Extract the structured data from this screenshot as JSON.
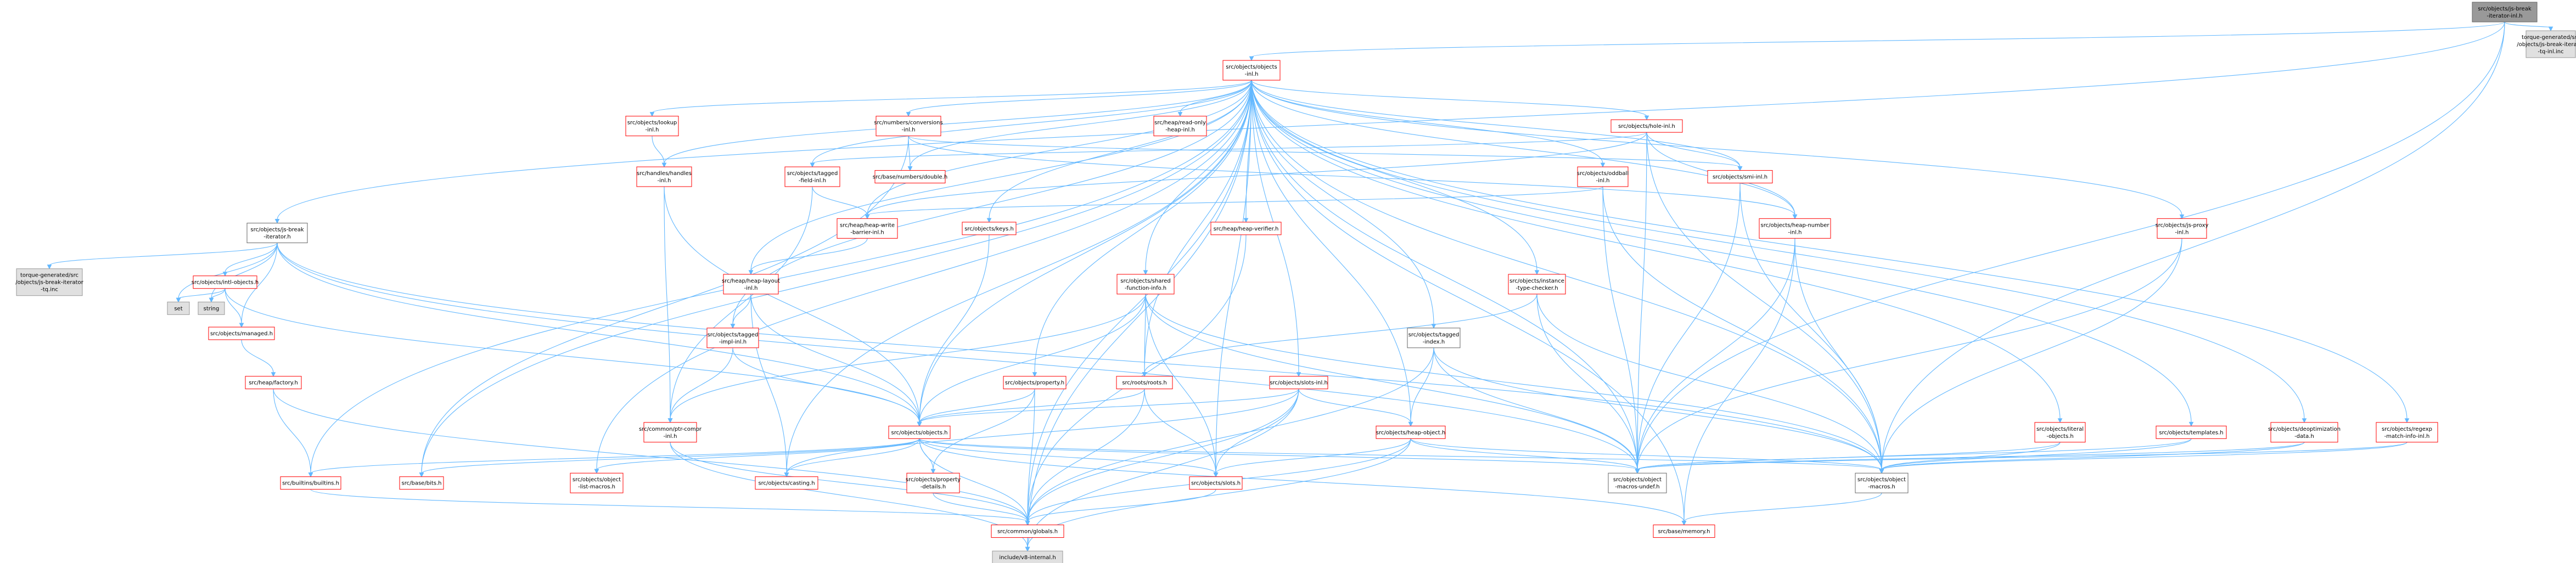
{
  "colors": {
    "edge": "#63b8ff",
    "node_border": "#ff0000",
    "root_fill": "#999999",
    "root_border": "#666666",
    "plain_border": "#666666",
    "ext_fill": "#e0e0e0",
    "ext_border": "#999999"
  },
  "nodes": [
    {
      "id": "root",
      "style": "root",
      "lines": [
        "src/objects/js-break",
        "-iterator-inl.h"
      ]
    },
    {
      "id": "tq_inc",
      "style": "ext",
      "lines": [
        "torque-generated/src",
        "/objects/js-break-iterator",
        "-tq-inl.inc"
      ]
    },
    {
      "id": "obj_inl",
      "style": "red",
      "lines": [
        "src/objects/objects",
        "-inl.h"
      ]
    },
    {
      "id": "jsbi",
      "style": "plain",
      "lines": [
        "src/objects/js-break",
        "-iterator.h"
      ]
    },
    {
      "id": "tq_h",
      "style": "ext",
      "lines": [
        "torque-generated/src",
        "/objects/js-break-iterator",
        "-tq.inc"
      ]
    },
    {
      "id": "intl",
      "style": "red",
      "lines": [
        "src/objects/intl-objects.h"
      ]
    },
    {
      "id": "set",
      "style": "ext",
      "lines": [
        "set"
      ]
    },
    {
      "id": "string",
      "style": "ext",
      "lines": [
        "string"
      ]
    },
    {
      "id": "managed",
      "style": "red",
      "lines": [
        "src/objects/managed.h"
      ]
    },
    {
      "id": "factory",
      "style": "red",
      "lines": [
        "src/heap/factory.h"
      ]
    },
    {
      "id": "lookup",
      "style": "red",
      "lines": [
        "src/objects/lookup",
        "-inl.h"
      ]
    },
    {
      "id": "handles",
      "style": "red",
      "lines": [
        "src/handles/handles",
        "-inl.h"
      ]
    },
    {
      "id": "numconv",
      "style": "red",
      "lines": [
        "src/numbers/conversions",
        "-inl.h"
      ]
    },
    {
      "id": "double",
      "style": "red",
      "lines": [
        "src/base/numbers/double.h"
      ]
    },
    {
      "id": "tagged_field",
      "style": "red",
      "lines": [
        "src/objects/tagged",
        "-field-inl.h"
      ]
    },
    {
      "id": "readonly",
      "style": "red",
      "lines": [
        "src/heap/read-only",
        "-heap-inl.h"
      ]
    },
    {
      "id": "hole",
      "style": "red",
      "lines": [
        "src/objects/hole-inl.h"
      ]
    },
    {
      "id": "oddball",
      "style": "red",
      "lines": [
        "src/objects/oddball",
        "-inl.h"
      ]
    },
    {
      "id": "smi",
      "style": "red",
      "lines": [
        "src/objects/smi-inl.h"
      ]
    },
    {
      "id": "heapnum",
      "style": "red",
      "lines": [
        "src/objects/heap-number",
        "-inl.h"
      ]
    },
    {
      "id": "wb",
      "style": "red",
      "lines": [
        "src/heap/heap-write",
        "-barrier-inl.h"
      ]
    },
    {
      "id": "keys",
      "style": "red",
      "lines": [
        "src/objects/keys.h"
      ]
    },
    {
      "id": "verifier",
      "style": "red",
      "lines": [
        "src/heap/heap-verifier.h"
      ]
    },
    {
      "id": "jsproxy",
      "style": "red",
      "lines": [
        "src/objects/js-proxy",
        "-inl.h"
      ]
    },
    {
      "id": "layout",
      "style": "red",
      "lines": [
        "src/heap/heap-layout",
        "-inl.h"
      ]
    },
    {
      "id": "sfi",
      "style": "red",
      "lines": [
        "src/objects/shared",
        "-function-info.h"
      ]
    },
    {
      "id": "itc",
      "style": "red",
      "lines": [
        "src/objects/instance",
        "-type-checker.h"
      ]
    },
    {
      "id": "tagged_impl",
      "style": "red",
      "lines": [
        "src/objects/tagged",
        "-impl-inl.h"
      ]
    },
    {
      "id": "property",
      "style": "red",
      "lines": [
        "src/objects/property.h"
      ]
    },
    {
      "id": "roots",
      "style": "red",
      "lines": [
        "src/roots/roots.h"
      ]
    },
    {
      "id": "slots_inl",
      "style": "red",
      "lines": [
        "src/objects/slots-inl.h"
      ]
    },
    {
      "id": "tagged_index",
      "style": "plain",
      "lines": [
        "src/objects/tagged",
        "-index.h"
      ]
    },
    {
      "id": "ptr_compr",
      "style": "red",
      "lines": [
        "src/common/ptr-compr",
        "-inl.h"
      ]
    },
    {
      "id": "objects_h",
      "style": "red",
      "lines": [
        "src/objects/objects.h"
      ]
    },
    {
      "id": "heap_obj",
      "style": "red",
      "lines": [
        "src/objects/heap-object.h"
      ]
    },
    {
      "id": "literal",
      "style": "red",
      "lines": [
        "src/objects/literal",
        "-objects.h"
      ]
    },
    {
      "id": "templates",
      "style": "red",
      "lines": [
        "src/objects/templates.h"
      ]
    },
    {
      "id": "deopt",
      "style": "red",
      "lines": [
        "src/objects/deoptimization",
        "-data.h"
      ]
    },
    {
      "id": "regexp",
      "style": "red",
      "lines": [
        "src/objects/regexp",
        "-match-info-inl.h"
      ]
    },
    {
      "id": "builtins",
      "style": "red",
      "lines": [
        "src/builtins/builtins.h"
      ]
    },
    {
      "id": "bits",
      "style": "red",
      "lines": [
        "src/base/bits.h"
      ]
    },
    {
      "id": "objlist",
      "style": "red",
      "lines": [
        "src/objects/object",
        "-list-macros.h"
      ]
    },
    {
      "id": "casting",
      "style": "red",
      "lines": [
        "src/objects/casting.h"
      ]
    },
    {
      "id": "propdet",
      "style": "red",
      "lines": [
        "src/objects/property",
        "-details.h"
      ]
    },
    {
      "id": "slots_h",
      "style": "red",
      "lines": [
        "src/objects/slots.h"
      ]
    },
    {
      "id": "undef",
      "style": "plain",
      "lines": [
        "src/objects/object",
        "-macros-undef.h"
      ]
    },
    {
      "id": "macros",
      "style": "plain",
      "lines": [
        "src/objects/object",
        "-macros.h"
      ]
    },
    {
      "id": "globals",
      "style": "red",
      "lines": [
        "src/common/globals.h"
      ]
    },
    {
      "id": "memory",
      "style": "red",
      "lines": [
        "src/base/memory.h"
      ]
    },
    {
      "id": "v8int",
      "style": "ext",
      "lines": [
        "include/v8-internal.h"
      ]
    }
  ],
  "edges": [
    [
      "root",
      "tq_inc"
    ],
    [
      "root",
      "obj_inl"
    ],
    [
      "root",
      "jsbi"
    ],
    [
      "root",
      "undef"
    ],
    [
      "root",
      "macros"
    ],
    [
      "jsbi",
      "tq_h"
    ],
    [
      "jsbi",
      "intl"
    ],
    [
      "jsbi",
      "set"
    ],
    [
      "jsbi",
      "string"
    ],
    [
      "jsbi",
      "managed"
    ],
    [
      "jsbi",
      "objects_h"
    ],
    [
      "jsbi",
      "undef"
    ],
    [
      "jsbi",
      "macros"
    ],
    [
      "intl",
      "managed"
    ],
    [
      "intl",
      "objects_h"
    ],
    [
      "intl",
      "set"
    ],
    [
      "intl",
      "string"
    ],
    [
      "managed",
      "factory"
    ],
    [
      "factory",
      "builtins"
    ],
    [
      "factory",
      "globals"
    ],
    [
      "obj_inl",
      "lookup"
    ],
    [
      "obj_inl",
      "handles"
    ],
    [
      "obj_inl",
      "numconv"
    ],
    [
      "obj_inl",
      "double"
    ],
    [
      "obj_inl",
      "tagged_field"
    ],
    [
      "obj_inl",
      "readonly"
    ],
    [
      "obj_inl",
      "hole"
    ],
    [
      "obj_inl",
      "oddball"
    ],
    [
      "obj_inl",
      "smi"
    ],
    [
      "obj_inl",
      "heapnum"
    ],
    [
      "obj_inl",
      "wb"
    ],
    [
      "obj_inl",
      "keys"
    ],
    [
      "obj_inl",
      "verifier"
    ],
    [
      "obj_inl",
      "jsproxy"
    ],
    [
      "obj_inl",
      "layout"
    ],
    [
      "obj_inl",
      "sfi"
    ],
    [
      "obj_inl",
      "itc"
    ],
    [
      "obj_inl",
      "tagged_impl"
    ],
    [
      "obj_inl",
      "property"
    ],
    [
      "obj_inl",
      "roots"
    ],
    [
      "obj_inl",
      "slots_inl"
    ],
    [
      "obj_inl",
      "tagged_index"
    ],
    [
      "obj_inl",
      "objects_h"
    ],
    [
      "obj_inl",
      "heap_obj"
    ],
    [
      "obj_inl",
      "literal"
    ],
    [
      "obj_inl",
      "templates"
    ],
    [
      "obj_inl",
      "deopt"
    ],
    [
      "obj_inl",
      "regexp"
    ],
    [
      "obj_inl",
      "builtins"
    ],
    [
      "obj_inl",
      "bits"
    ],
    [
      "obj_inl",
      "objlist"
    ],
    [
      "obj_inl",
      "casting"
    ],
    [
      "obj_inl",
      "slots_h"
    ],
    [
      "obj_inl",
      "undef"
    ],
    [
      "obj_inl",
      "macros"
    ],
    [
      "obj_inl",
      "globals"
    ],
    [
      "obj_inl",
      "memory"
    ],
    [
      "obj_inl",
      "v8int"
    ],
    [
      "lookup",
      "handles"
    ],
    [
      "handles",
      "ptr_compr"
    ],
    [
      "handles",
      "objects_h"
    ],
    [
      "numconv",
      "double"
    ],
    [
      "numconv",
      "bits"
    ],
    [
      "numconv",
      "smi"
    ],
    [
      "numconv",
      "heapnum"
    ],
    [
      "tagged_field",
      "wb"
    ],
    [
      "tagged_field",
      "ptr_compr"
    ],
    [
      "hole",
      "heapnum"
    ],
    [
      "hole",
      "smi"
    ],
    [
      "hole",
      "tagged_field"
    ],
    [
      "hole",
      "wb"
    ],
    [
      "hole",
      "undef"
    ],
    [
      "hole",
      "macros"
    ],
    [
      "oddball",
      "wb"
    ],
    [
      "oddball",
      "undef"
    ],
    [
      "oddball",
      "macros"
    ],
    [
      "smi",
      "undef"
    ],
    [
      "smi",
      "macros"
    ],
    [
      "heapnum",
      "undef"
    ],
    [
      "heapnum",
      "macros"
    ],
    [
      "heapnum",
      "memory"
    ],
    [
      "wb",
      "layout"
    ],
    [
      "layout",
      "tagged_impl"
    ],
    [
      "layout",
      "objects_h"
    ],
    [
      "layout",
      "casting"
    ],
    [
      "keys",
      "objects_h"
    ],
    [
      "verifier",
      "globals"
    ],
    [
      "jsproxy",
      "undef"
    ],
    [
      "jsproxy",
      "macros"
    ],
    [
      "sfi",
      "roots"
    ],
    [
      "sfi",
      "objects_h"
    ],
    [
      "sfi",
      "ptr_compr"
    ],
    [
      "sfi",
      "undef"
    ],
    [
      "sfi",
      "macros"
    ],
    [
      "sfi",
      "slots_h"
    ],
    [
      "itc",
      "roots"
    ],
    [
      "itc",
      "undef"
    ],
    [
      "itc",
      "macros"
    ],
    [
      "tagged_impl",
      "ptr_compr"
    ],
    [
      "tagged_impl",
      "objects_h"
    ],
    [
      "property",
      "objects_h"
    ],
    [
      "property",
      "propdet"
    ],
    [
      "property",
      "globals"
    ],
    [
      "roots",
      "objects_h"
    ],
    [
      "roots",
      "slots_h"
    ],
    [
      "roots",
      "globals"
    ],
    [
      "slots_inl",
      "heap_obj"
    ],
    [
      "slots_inl",
      "objects_h"
    ],
    [
      "slots_inl",
      "slots_h"
    ],
    [
      "slots_inl",
      "casting"
    ],
    [
      "slots_inl",
      "globals"
    ],
    [
      "slots_inl",
      "v8int"
    ],
    [
      "tagged_index",
      "heap_obj"
    ],
    [
      "tagged_index",
      "undef"
    ],
    [
      "tagged_index",
      "macros"
    ],
    [
      "tagged_index",
      "globals"
    ],
    [
      "ptr_compr",
      "v8int"
    ],
    [
      "ptr_compr",
      "globals"
    ],
    [
      "objects_h",
      "builtins"
    ],
    [
      "objects_h",
      "bits"
    ],
    [
      "objects_h",
      "objlist"
    ],
    [
      "objects_h",
      "casting"
    ],
    [
      "objects_h",
      "propdet"
    ],
    [
      "objects_h",
      "slots_h"
    ],
    [
      "objects_h",
      "undef"
    ],
    [
      "objects_h",
      "macros"
    ],
    [
      "objects_h",
      "memory"
    ],
    [
      "objects_h",
      "globals"
    ],
    [
      "heap_obj",
      "slots_h"
    ],
    [
      "heap_obj",
      "undef"
    ],
    [
      "heap_obj",
      "macros"
    ],
    [
      "heap_obj",
      "globals"
    ],
    [
      "heap_obj",
      "v8int"
    ],
    [
      "literal",
      "undef"
    ],
    [
      "literal",
      "macros"
    ],
    [
      "templates",
      "undef"
    ],
    [
      "templates",
      "macros"
    ],
    [
      "deopt",
      "undef"
    ],
    [
      "deopt",
      "macros"
    ],
    [
      "regexp",
      "undef"
    ],
    [
      "regexp",
      "macros"
    ],
    [
      "builtins",
      "globals"
    ],
    [
      "propdet",
      "globals"
    ],
    [
      "slots_h",
      "globals"
    ],
    [
      "macros",
      "memory"
    ],
    [
      "globals",
      "v8int"
    ]
  ]
}
